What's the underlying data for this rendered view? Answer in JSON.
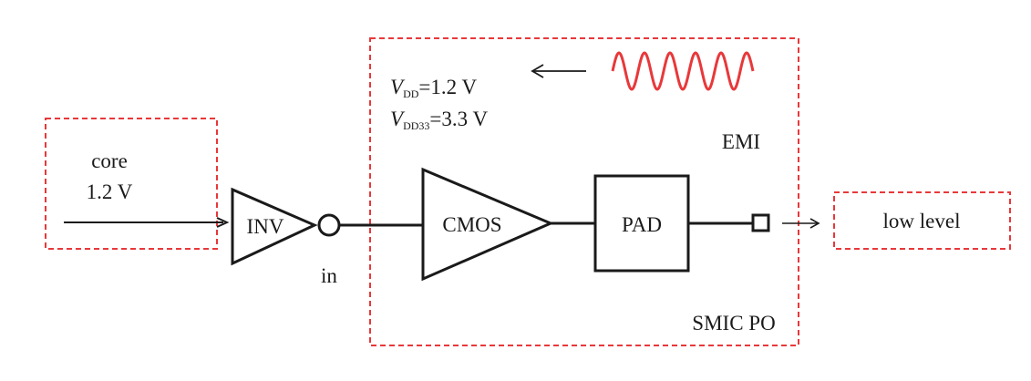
{
  "diagram": {
    "core": {
      "line1": "core",
      "line2": "1.2 V"
    },
    "inverter": {
      "label": "INV"
    },
    "node": {
      "label": "in"
    },
    "buffer": {
      "label": "CMOS"
    },
    "pad": {
      "label": "PAD"
    },
    "output": {
      "label": "low level"
    },
    "supply": {
      "vdd": {
        "symbol": "V",
        "subscript": "DD",
        "value": "=1.2 V"
      },
      "vdd33": {
        "symbol": "V",
        "subscript": "DD33",
        "value": "=3.3 V"
      }
    },
    "emi": {
      "label": "EMI"
    },
    "block": {
      "label": "SMIC PO"
    }
  },
  "colors": {
    "dashed_box": "#e8383a",
    "emi_wave": "#e8383a",
    "line": "#1a1a1a"
  }
}
